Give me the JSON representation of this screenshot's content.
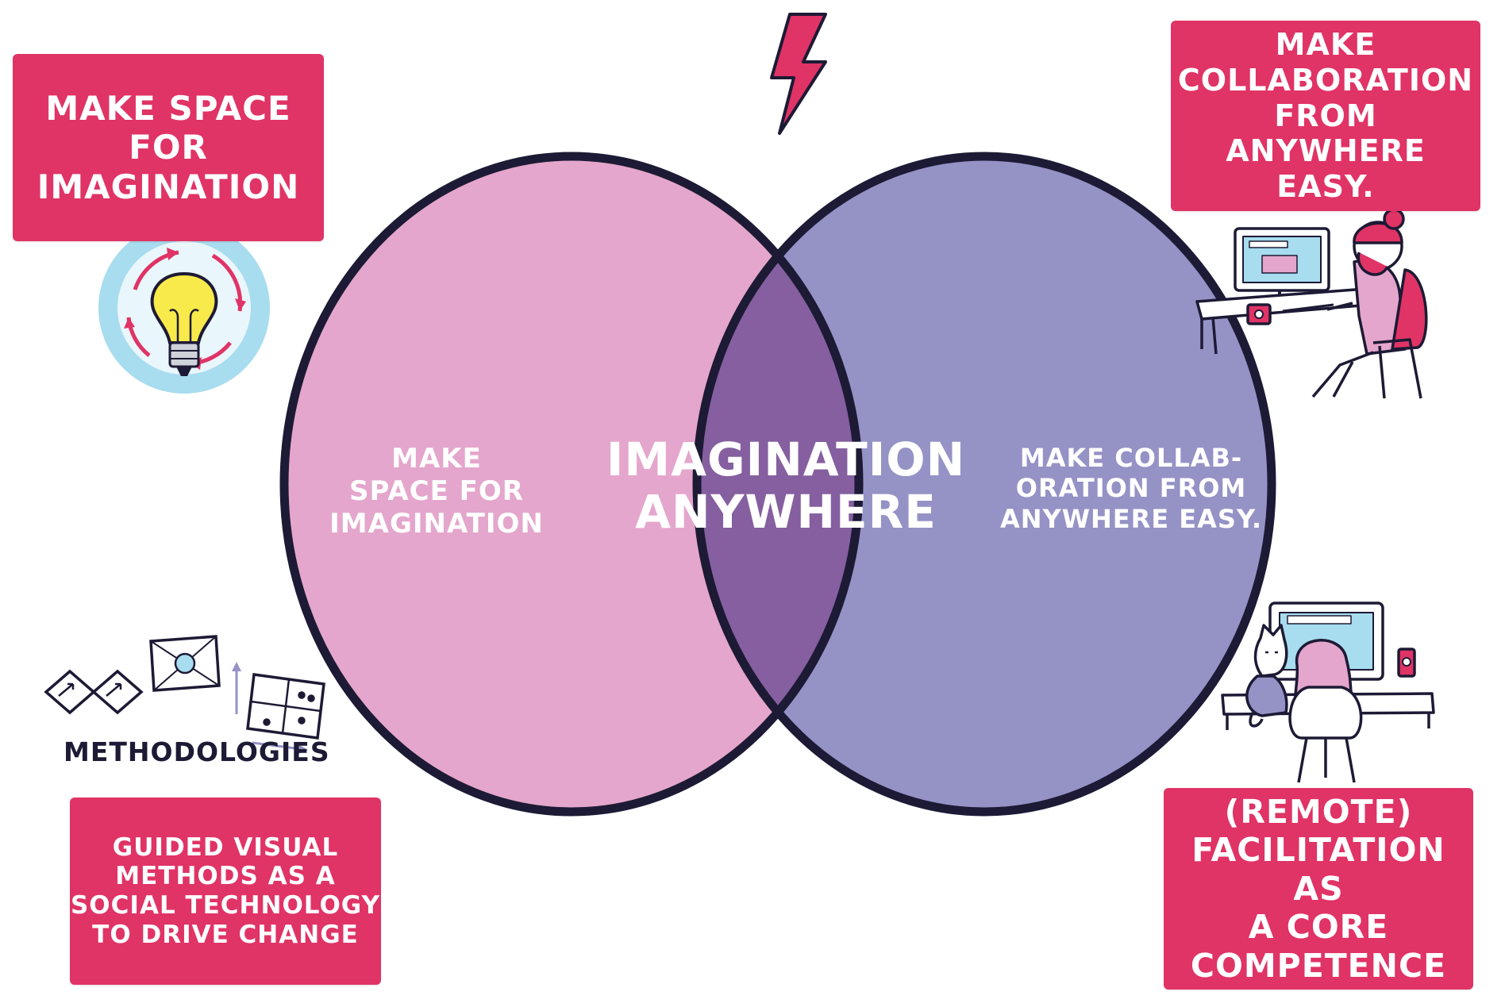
{
  "colors": {
    "accent_box": "#e03366",
    "left_circle": "#e4a6cc",
    "right_circle": "#9592c6",
    "intersection": "#855f9f",
    "outline": "#1d1a35",
    "lightbulb_halo": "#a8dcef",
    "lightbulb_yellow": "#f7ea4a"
  },
  "icons": {
    "bolt": "lightning-bolt-icon",
    "bulb": "lightbulb-icon",
    "methods": "methodology-sketch-icon",
    "person_desk": "person-at-desk-icon",
    "remote_worker": "remote-worker-icon"
  },
  "boxes": {
    "top_left": "MAKE SPACE\nFOR\nIMAGINATION",
    "top_right": "MAKE\nCOLLABORATION\nFROM ANYWHERE\nEASY.",
    "bottom_left": "GUIDED VISUAL\nMETHODS AS A\nSOCIAL TECHNOLOGY\nTO DRIVE CHANGE",
    "bottom_right": "(REMOTE)\nFACILITATION AS\nA CORE\nCOMPETENCE"
  },
  "venn": {
    "left": "MAKE\nSPACE FOR\nIMAGINATION",
    "center": "IMAGINATION\nANYWHERE",
    "right": "MAKE COLLAB-\nORATION FROM\nANYWHERE EASY."
  },
  "methodologies_label": "METHODOLOGIES"
}
